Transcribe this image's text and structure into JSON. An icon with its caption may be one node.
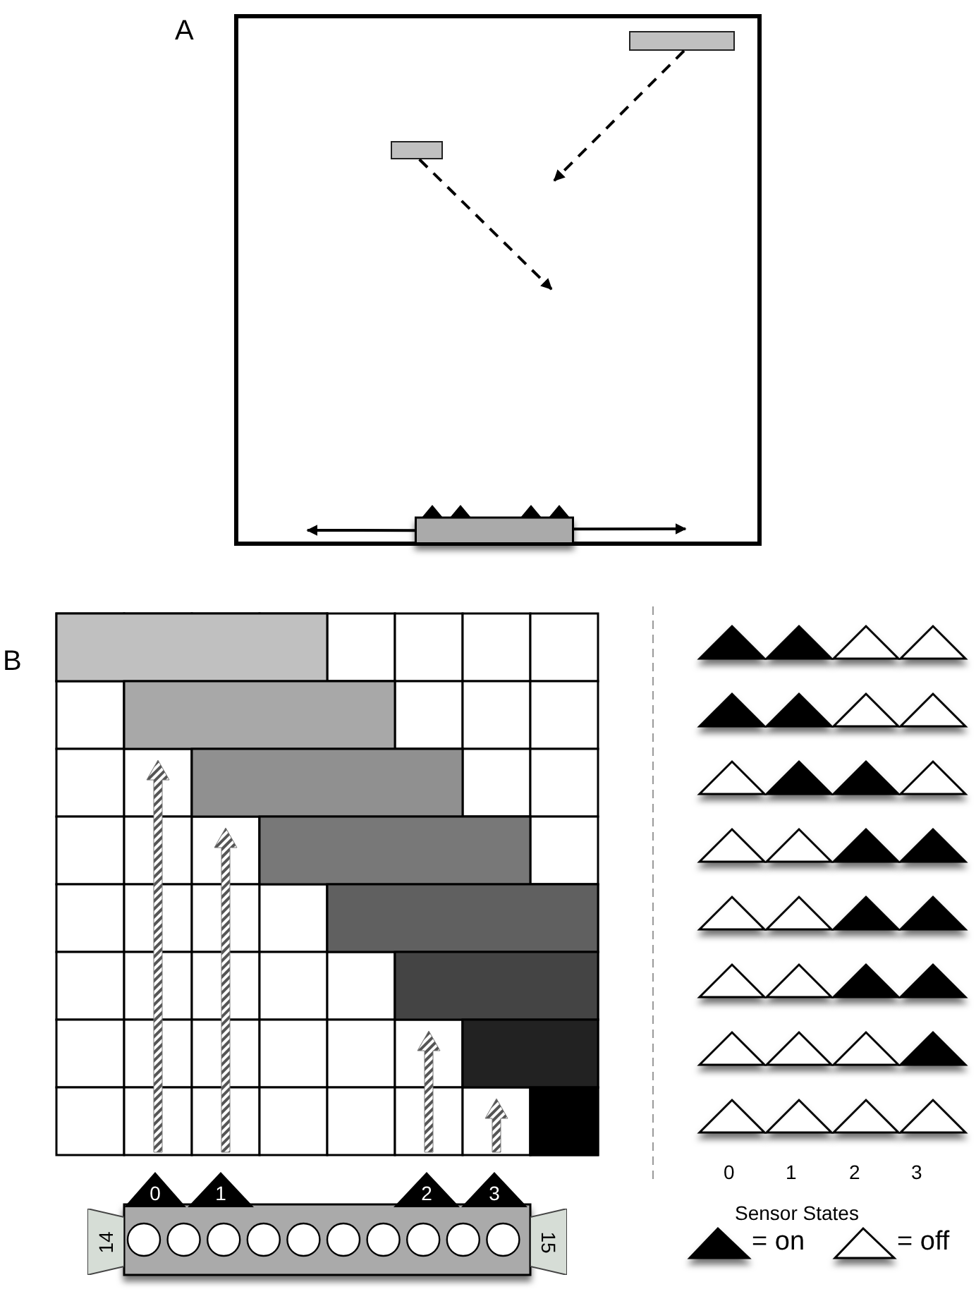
{
  "diagram": {
    "nodes": [
      {
        "text": [
          "A"
        ]
      },
      {
        "text": [],
        "shape": "bar",
        "in": 0
      },
      {
        "text": [],
        "shape": "bar",
        "in": 0
      },
      {
        "text": [],
        "shape": "bar",
        "in": 0
      },
      {
        "text": [
          "0"
        ]
      },
      {
        "text": [
          "1"
        ]
      },
      {
        "text": [
          "2"
        ]
      },
      {
        "text": [
          "3"
        ]
      },
      {
        "text": [
          "14"
        ]
      },
      {
        "text": [
          "15"
        ]
      }
    ],
    "edges": [
      {
        "from": 1,
        "to": null,
        "arrow": "to",
        "style": "dashed"
      },
      {
        "from": 2,
        "to": null,
        "arrow": "to",
        "style": "dashed"
      },
      {
        "from": 3,
        "to": null,
        "arrow": "to"
      },
      {
        "from": 3,
        "to": null,
        "arrow": "to"
      }
    ],
    "labels": [
      "B",
      "0",
      "1",
      "2",
      "3",
      "Sensor States"
    ],
    "legend": [
      {
        "text": "= on"
      },
      {
        "text": "= off"
      }
    ]
  }
}
